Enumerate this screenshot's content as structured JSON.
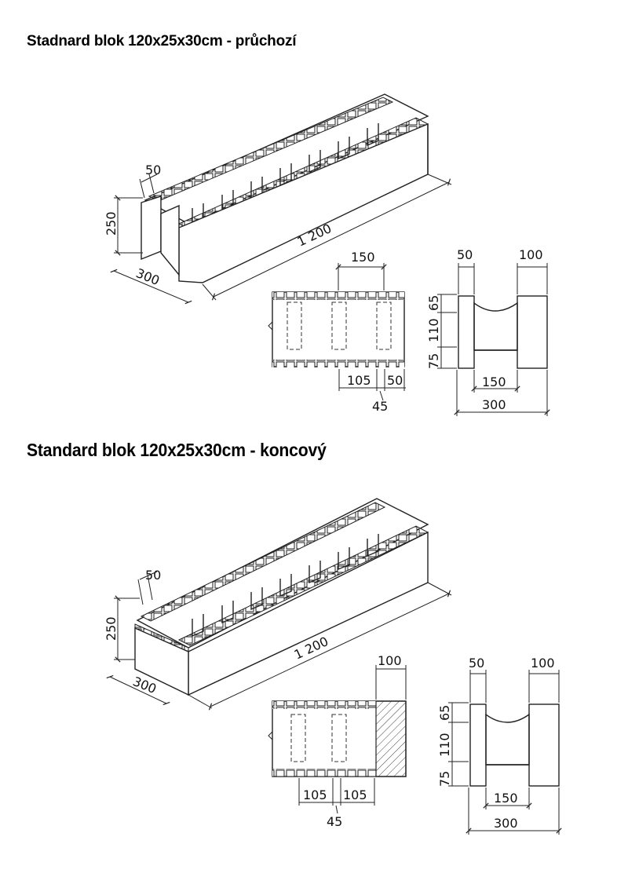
{
  "sections": [
    {
      "title": "Stadnard blok 120x25x30cm - průchozí",
      "iso": {
        "width": "50",
        "height": "250",
        "depth": "300",
        "length": "1 200"
      },
      "plan": {
        "top": "150",
        "bottom_a": "105",
        "bottom_b": "50",
        "bottom_c": "45"
      },
      "section": {
        "top_left": "50",
        "top_right": "100",
        "side_top": "65",
        "side_mid": "110",
        "side_bottom": "75",
        "bottom_inner": "150",
        "bottom_total": "300"
      }
    },
    {
      "title": "Standard blok 120x25x30cm - koncový",
      "iso": {
        "width": "50",
        "height": "250",
        "depth": "300",
        "length": "1 200"
      },
      "plan": {
        "top": "100",
        "bottom_a": "105",
        "bottom_b": "105",
        "bottom_c": "45"
      },
      "section": {
        "top_left": "50",
        "top_right": "100",
        "side_top": "65",
        "side_mid": "110",
        "side_bottom": "75",
        "bottom_inner": "150",
        "bottom_total": "300"
      }
    }
  ]
}
